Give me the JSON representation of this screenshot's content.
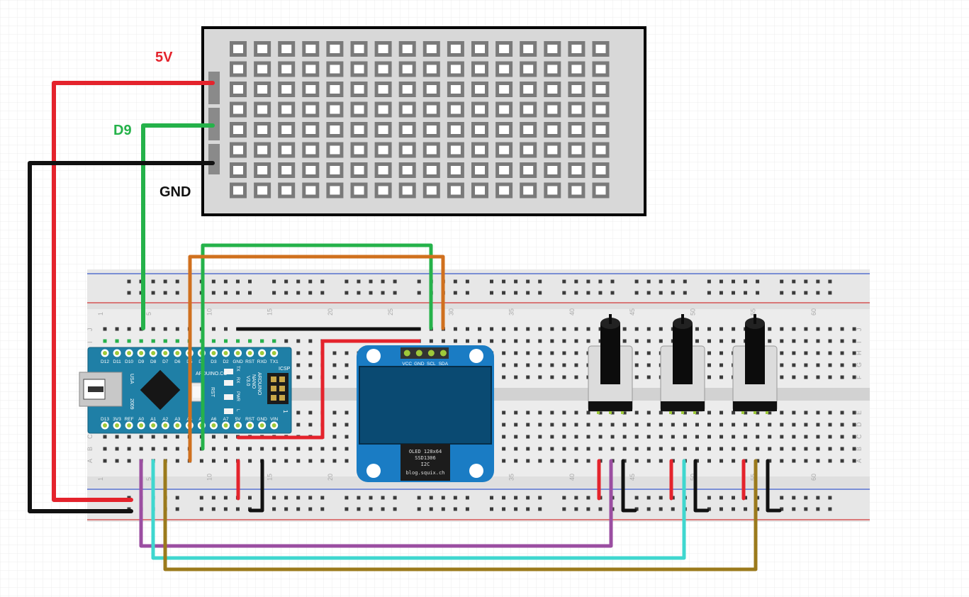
{
  "labels": {
    "vcc": "5V",
    "data": "D9",
    "ground": "GND"
  },
  "breadboard": {
    "col_numbers": [
      "1",
      "5",
      "10",
      "15",
      "20",
      "25",
      "30",
      "35",
      "40",
      "45",
      "50",
      "55",
      "60"
    ],
    "row_letters_top": [
      "J",
      "I",
      "H",
      "G",
      "F"
    ],
    "row_letters_bottom": [
      "E",
      "D",
      "C",
      "B",
      "A"
    ]
  },
  "arduino": {
    "pins_top": [
      "D12",
      "D11",
      "D10",
      "D9",
      "D8",
      "D7",
      "D6",
      "D5",
      "D4",
      "D3",
      "D2",
      "GND",
      "RST",
      "RXD",
      "TX1"
    ],
    "pins_bottom": [
      "D13",
      "3V3",
      "REF",
      "A0",
      "A1",
      "A2",
      "A3",
      "A4",
      "A5",
      "A6",
      "A7",
      "5V",
      "RST",
      "GND",
      "VIN"
    ],
    "usb": "USA",
    "year": "2009",
    "brand": "ARDUINO.CC",
    "model": "ARDUINO",
    "model2": "NANO",
    "version": "V3.0",
    "icsp": "ICSP",
    "led_tx": "TX",
    "led_rx": "RX",
    "led_pwr": "PWR",
    "led_l": "L",
    "rst": "RST",
    "one": "1"
  },
  "oled": {
    "pins": [
      "VCC",
      "GND",
      "SCL",
      "SDA"
    ],
    "label1": "OLED 128x64",
    "label2": "SSD1306",
    "label3": "I2C",
    "label4": "blog.squix.ch"
  },
  "colors": {
    "red": "#e4232c",
    "green": "#25b24a",
    "black": "#111111",
    "orange": "#d0701e",
    "purple": "#9b4ea1",
    "cyan": "#3fd7cf",
    "gold": "#9b7a1c",
    "nano_blue": "#1f7fa6",
    "oled_blue": "#1a7cc4"
  }
}
